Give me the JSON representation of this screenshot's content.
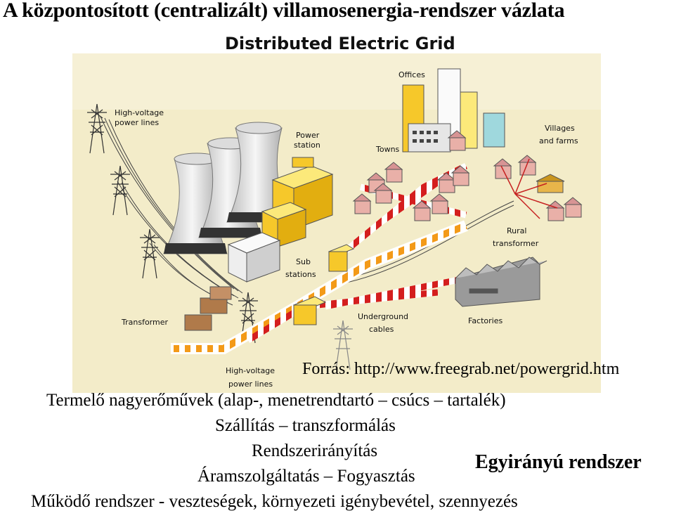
{
  "slide": {
    "title": "A központosított (centralizált) villamosenergia-rendszer vázlata",
    "source": "Forrás: http://www.freegrab.net/powergrid.htm",
    "lines": [
      "Termelő nagyerőművek (alap-, menetrendtartó – csúcs – tartalék)",
      "Szállítás – transzformálás",
      "Rendszerirányítás",
      "Áramszolgáltatás – Fogyasztás",
      "Működő rendszer - veszteségek, környezeti igénybevétel, szennyezés"
    ],
    "callout": "Egyirányú rendszer"
  },
  "diagram": {
    "title": "Distributed Electric Grid",
    "labels": {
      "hv_lines_top": [
        "High-voltage",
        "power lines"
      ],
      "power_station": [
        "Power",
        "station"
      ],
      "offices": "Offices",
      "towns": "Towns",
      "villages": [
        "Villages",
        "and farms"
      ],
      "rural_transformer": [
        "Rural",
        "transformer"
      ],
      "substations": [
        "Sub",
        "stations"
      ],
      "transformer": "Transformer",
      "underground": [
        "Underground",
        "cables"
      ],
      "factories": "Factories",
      "hv_lines_bottom": [
        "High-voltage",
        "power lines"
      ]
    }
  },
  "colors": {
    "background": "#f3ecc9",
    "grass": "#dad9a4",
    "road_red": "#d41e1e",
    "road_orange": "#f39a18",
    "building_yellow": "#f6c82a",
    "house_pink": "#d79494"
  }
}
